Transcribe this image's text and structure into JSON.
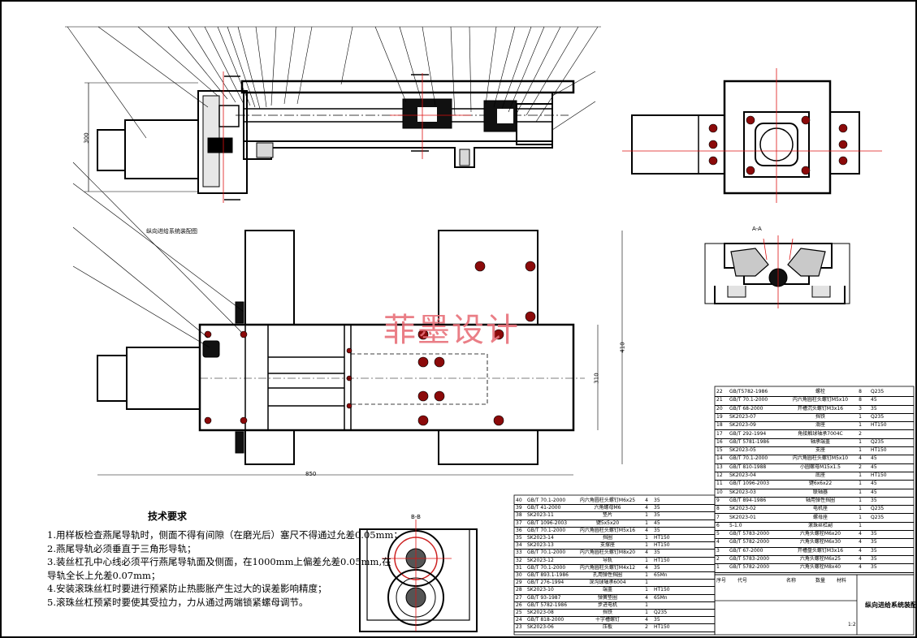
{
  "watermark": "菲墨设计",
  "tech_requirements": {
    "title": "技术要求",
    "items": [
      "1.用样板检查燕尾导轨时，侧面不得有间隙（在磨光后）塞尺不得通过允差0.05mm；",
      "2.燕尾导轨必须垂直于三角形导轨；",
      "3.装丝杠孔中心线必须平行燕尾导轨面及侧面，在1000mm上偏差允差0.05mm,在",
      "导轨全长上允差0.07mm；",
      "4.安装滚珠丝杠时要进行预紧防止热膨胀产生过大的误差影响精度；",
      "5.滚珠丝杠预紧时要使其受拉力，力从通过两端锁紧螺母调节。"
    ]
  },
  "views": {
    "section_aa": "A-A",
    "section_bb": "B-B",
    "front_label": "纵向进给系统装配图",
    "dim_total_width": "850",
    "dim_height_side": "410",
    "dim_inner": "310",
    "dim_top_height": "300"
  },
  "parts_list_right": [
    {
      "no": "22",
      "code": "GB/T5782-1986",
      "name": "螺栓",
      "qty": "8",
      "mat": "Q235"
    },
    {
      "no": "21",
      "code": "GB/T 70.1-2000",
      "name": "内六角圆柱头螺钉M5x10",
      "qty": "8",
      "mat": "45"
    },
    {
      "no": "20",
      "code": "GB/T 68-2000",
      "name": "开槽沉头螺钉M3x16",
      "qty": "3",
      "mat": "35"
    },
    {
      "no": "19",
      "code": "SK2023-07",
      "name": "挡铁",
      "qty": "1",
      "mat": "Q235"
    },
    {
      "no": "18",
      "code": "SK2023-09",
      "name": "滑座",
      "qty": "1",
      "mat": "HT150"
    },
    {
      "no": "17",
      "code": "GB/T 292-1994",
      "name": "角接触球轴承7004C",
      "qty": "2",
      "mat": ""
    },
    {
      "no": "16",
      "code": "GB/T 5781-1986",
      "name": "轴承端盖",
      "qty": "1",
      "mat": "Q235"
    },
    {
      "no": "15",
      "code": "SK2023-05",
      "name": "支座",
      "qty": "1",
      "mat": "HT150"
    },
    {
      "no": "14",
      "code": "GB/T 70.1-2000",
      "name": "内六角圆柱头螺钉M5x10",
      "qty": "4",
      "mat": "45"
    },
    {
      "no": "13",
      "code": "GB/T 810-1988",
      "name": "小圆螺母M15x1.5",
      "qty": "2",
      "mat": "45"
    },
    {
      "no": "12",
      "code": "SK2023-04",
      "name": "底座",
      "qty": "1",
      "mat": "HT150"
    },
    {
      "no": "11",
      "code": "GB/T 1096-2003",
      "name": "键6x6x22",
      "qty": "1",
      "mat": "45"
    },
    {
      "no": "10",
      "code": "SK2023-03",
      "name": "联轴器",
      "qty": "1",
      "mat": "45"
    },
    {
      "no": "9",
      "code": "GB/T 894-1986",
      "name": "轴用弹性挡圈",
      "qty": "1",
      "mat": "35"
    },
    {
      "no": "8",
      "code": "SK2023-02",
      "name": "电机座",
      "qty": "1",
      "mat": "Q235"
    },
    {
      "no": "7",
      "code": "SK2023-01",
      "name": "螺母座",
      "qty": "1",
      "mat": "Q235"
    },
    {
      "no": "6",
      "code": "5-1.0",
      "name": "滚珠丝杠副",
      "qty": "1",
      "mat": ""
    },
    {
      "no": "5",
      "code": "GB/T 5783-2000",
      "name": "六角头螺栓M6x20",
      "qty": "4",
      "mat": "35"
    },
    {
      "no": "4",
      "code": "GB/T 5782-2000",
      "name": "六角头螺栓M6x30",
      "qty": "4",
      "mat": "35"
    },
    {
      "no": "3",
      "code": "GB/T 67-2000",
      "name": "开槽盘头螺钉M3x16",
      "qty": "4",
      "mat": "35"
    },
    {
      "no": "2",
      "code": "GB/T 5783-2000",
      "name": "六角头螺栓M6x25",
      "qty": "4",
      "mat": "35"
    },
    {
      "no": "1",
      "code": "GB/T 5782-2000",
      "name": "六角头螺栓M8x40",
      "qty": "4",
      "mat": "35"
    }
  ],
  "parts_list_left": [
    {
      "no": "40",
      "code": "GB/T 70.1-2000",
      "name": "内六角圆柱头螺钉M6x25",
      "qty": "4",
      "mat": "35"
    },
    {
      "no": "39",
      "code": "GB/T 41-2000",
      "name": "六角螺母M6",
      "qty": "4",
      "mat": "35"
    },
    {
      "no": "38",
      "code": "SK2023-11",
      "name": "垫片",
      "qty": "1",
      "mat": "35"
    },
    {
      "no": "37",
      "code": "GB/T 1096-2003",
      "name": "键5x5x20",
      "qty": "1",
      "mat": "45"
    },
    {
      "no": "36",
      "code": "GB/T 70.1-2000",
      "name": "内六角圆柱头螺钉M5x16",
      "qty": "4",
      "mat": "35"
    },
    {
      "no": "35",
      "code": "SK2023-14",
      "name": "挡圈",
      "qty": "1",
      "mat": "HT150"
    },
    {
      "no": "34",
      "code": "SK2023-13",
      "name": "支撑座",
      "qty": "1",
      "mat": "HT150"
    },
    {
      "no": "33",
      "code": "GB/T 70.1-2000",
      "name": "内六角圆柱头螺钉M8x20",
      "qty": "4",
      "mat": "35"
    },
    {
      "no": "32",
      "code": "SK2023-12",
      "name": "导轨",
      "qty": "1",
      "mat": "HT150"
    },
    {
      "no": "31",
      "code": "GB/T 70.1-2000",
      "name": "内六角圆柱头螺钉M4x12",
      "qty": "4",
      "mat": "35"
    },
    {
      "no": "30",
      "code": "GB/T 893.1-1986",
      "name": "孔用弹性挡圈",
      "qty": "1",
      "mat": "65Mn"
    },
    {
      "no": "29",
      "code": "GB/T 276-1994",
      "name": "深沟球轴承6004",
      "qty": "1",
      "mat": ""
    },
    {
      "no": "28",
      "code": "SK2023-10",
      "name": "端盖",
      "qty": "1",
      "mat": "HT150"
    },
    {
      "no": "27",
      "code": "GB/T 93-1987",
      "name": "弹簧垫圈",
      "qty": "4",
      "mat": "65Mn"
    },
    {
      "no": "26",
      "code": "GB/T 5782-1986",
      "name": "步进电机",
      "qty": "1",
      "mat": ""
    },
    {
      "no": "25",
      "code": "SK2023-08",
      "name": "挡铁",
      "qty": "1",
      "mat": "Q235"
    },
    {
      "no": "24",
      "code": "GB/T 818-2000",
      "name": "十字槽螺钉",
      "qty": "4",
      "mat": "35"
    },
    {
      "no": "23",
      "code": "SK2023-06",
      "name": "压板",
      "qty": "2",
      "mat": "HT150"
    }
  ],
  "title_block": {
    "drawing_title": "纵向进给系统装配图",
    "header_no": "序号",
    "header_code": "代号",
    "header_name": "名称",
    "header_qty": "数量",
    "header_mat": "材料",
    "scale": "1:2"
  }
}
